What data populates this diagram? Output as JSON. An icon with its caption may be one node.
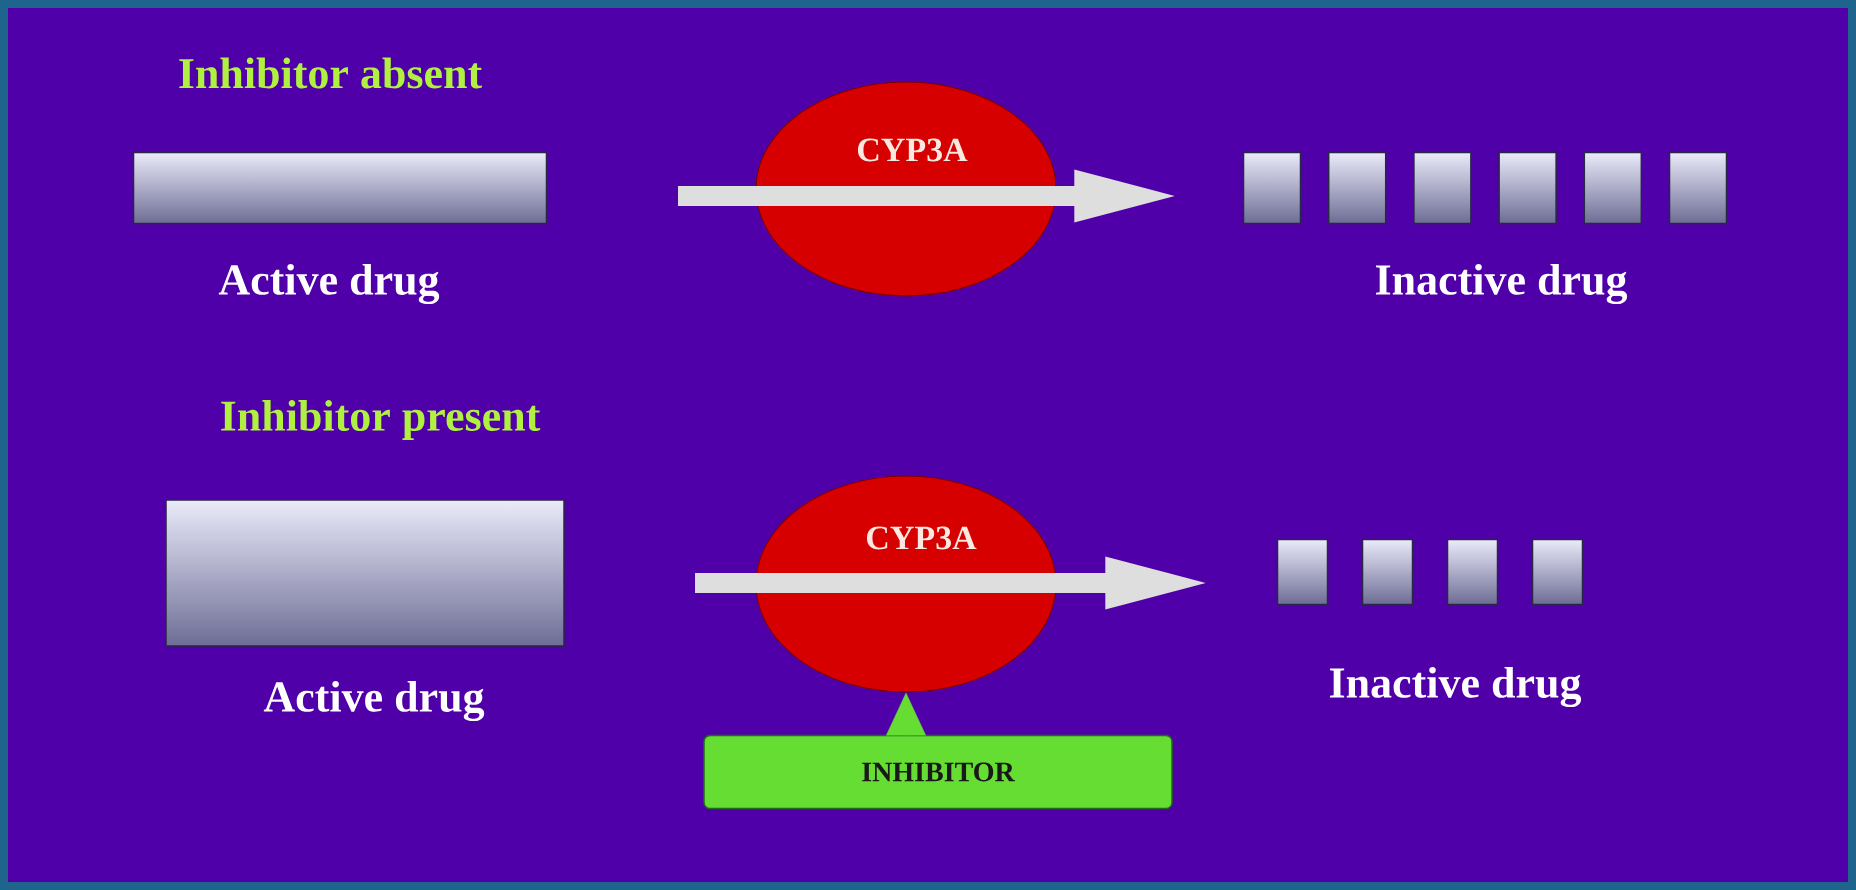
{
  "diagram": {
    "nodes": [
      {
        "text": [
          "Active drug"
        ]
      },
      {
        "text": [
          "CYP3A"
        ]
      },
      {
        "text": [
          "Inactive drug"
        ]
      },
      {
        "text": [
          "Active drug"
        ]
      },
      {
        "text": [
          "CYP3A"
        ]
      },
      {
        "text": [
          "Inactive drug"
        ]
      },
      {
        "text": [
          "INHIBITOR"
        ]
      }
    ],
    "edges": [
      {
        "from": null,
        "to": 2,
        "arrow": "to"
      },
      {
        "from": null,
        "to": 5,
        "arrow": "to"
      },
      {
        "from": 6,
        "to": 4,
        "arrow": "to",
        "color": "#66dd33"
      }
    ],
    "labels": [
      "Inhibitor absent",
      "Inhibitor present"
    ]
  }
}
